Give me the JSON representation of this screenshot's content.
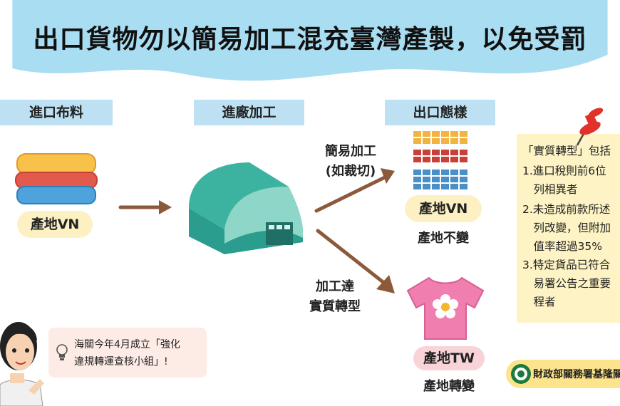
{
  "title": "出口貨物勿以簡易加工混充臺灣產製，以免受罰",
  "sections": {
    "import": "進口布料",
    "factory": "進廠加工",
    "export": "出口態樣"
  },
  "origin_vn": "產地VN",
  "simple_process": {
    "line1": "簡易加工",
    "line2": "(如裁切)"
  },
  "substantial": {
    "line1": "加工達",
    "line2": "實質轉型"
  },
  "export_vn": {
    "label": "產地VN",
    "caption": "產地不變"
  },
  "export_tw": {
    "label": "產地TW",
    "caption": "產地轉變"
  },
  "note": {
    "lines": [
      "「實質轉型」包括",
      "1.進口稅則前6位",
      "　列相異者",
      "2.未造成前款所述",
      "　列改變，但附加",
      "　值率超過35%",
      "3.特定貨品已符合",
      "　易署公告之重要",
      "　程者"
    ]
  },
  "tip": {
    "line1": "海關今年4月成立「強化",
    "line2": "違規轉運查核小組」!"
  },
  "footer": "財政部關務署基隆關",
  "colors": {
    "header_wave": "#a9ddf2",
    "section_bg": "#bde0f3",
    "pill_yellow": "#fdf1c4",
    "pill_pink": "#f8d3d8",
    "arrow": "#8c5a3a",
    "factory": "#2a9d8f",
    "note_bg": "#fdf3c4"
  }
}
